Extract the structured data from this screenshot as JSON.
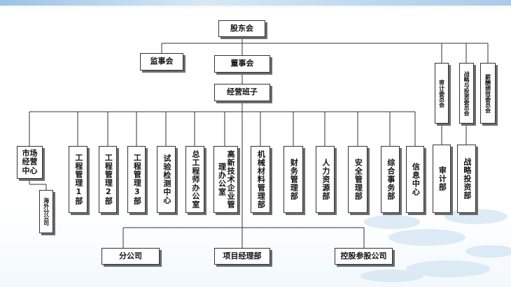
{
  "nodes": {
    "shareholders": "股东会",
    "supervisors": "监事会",
    "board": "董事会",
    "management": "经营班子",
    "audit_committee": "审计委员会",
    "strategy_committee": "战略与投资委员会",
    "compensation_committee": "薪酬绩效委员会",
    "market_center": "市场经营中心",
    "overseas": "海外分公司",
    "eng1": "工程管理1部",
    "eng2": "工程管理2部",
    "eng3": "工程管理3部",
    "testing": "试验检测中心",
    "chief_engineer": "总工程师办公室",
    "hitech": "高新技术企业管理办公室",
    "machinery": "机械材料管理部",
    "finance": "财务管理部",
    "hr": "人力资源部",
    "safety": "安全管理部",
    "general": "综合事务部",
    "info": "信息中心",
    "audit_dept": "审计部",
    "strategy_dept": "战略投资部",
    "branch": "分公司",
    "project": "项目经理部",
    "holding": "控股参股公司"
  }
}
